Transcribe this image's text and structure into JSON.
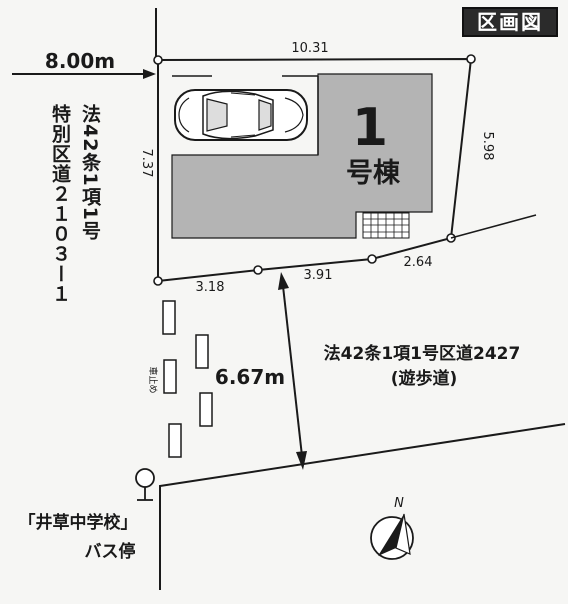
{
  "badge": "区画図",
  "unit": {
    "name_large": "1",
    "name_suffix": "号棟"
  },
  "lot_dimensions": {
    "top": "10.31",
    "right": "5.98",
    "left": "7.37",
    "bottom_1": "3.18",
    "bottom_2": "3.91",
    "bottom_3": "2.64"
  },
  "west_road": {
    "width": "8.00m",
    "label": "特別区道２１０３ー１",
    "legal": "法42条1項1号"
  },
  "south_road": {
    "legal": "法42条1項1号区道2427",
    "note": "(遊歩道)",
    "width": "6.67m"
  },
  "car_stop_label": "車止め",
  "bus_stop": {
    "name": "「井草中学校」",
    "label": "バス停"
  },
  "north_label": "N",
  "colors": {
    "building": "#b4b4b4",
    "line": "#1a1a1a",
    "background": "#f6f6f4"
  }
}
